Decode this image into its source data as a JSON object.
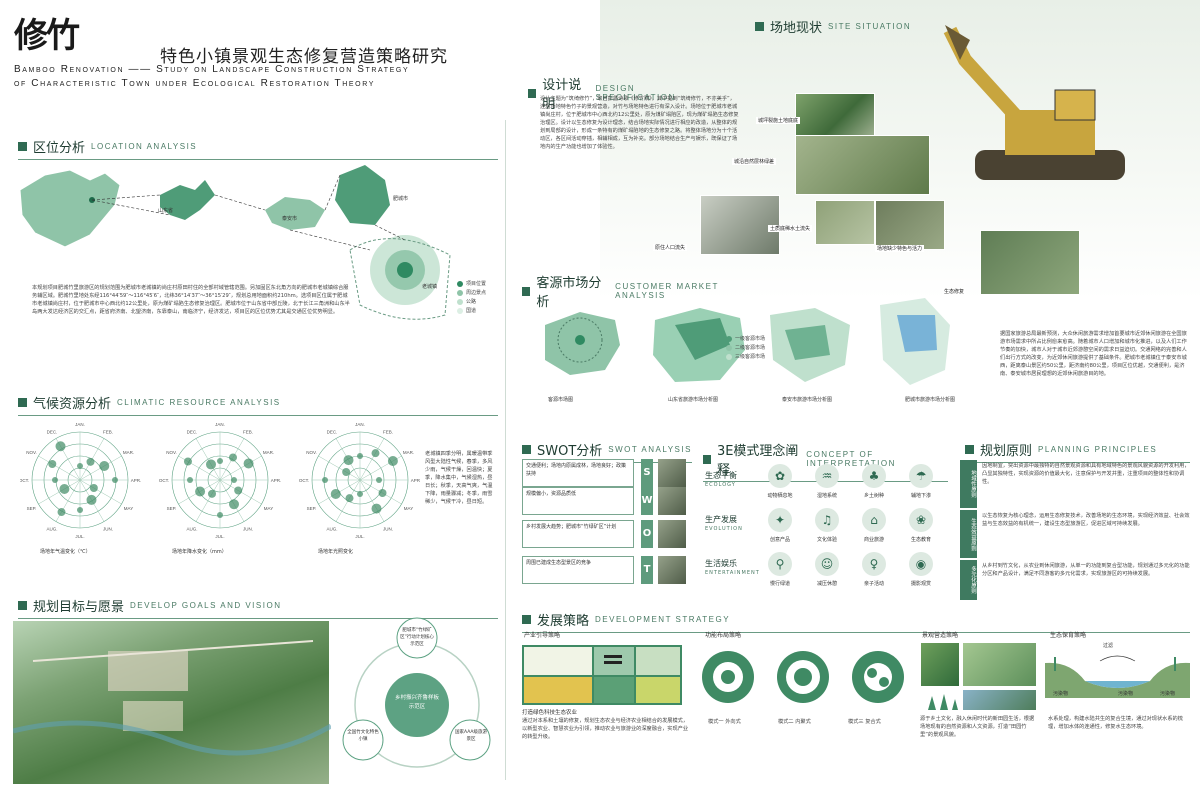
{
  "header": {
    "logo_chars": "修竹",
    "title_cn": "特色小镇景观生态修复营造策略研究",
    "title_en_line1": "Bamboo Renovation —— Study on Landscape Construction Strategy",
    "title_en_line2": "of Characteristic Town under Ecological Restoration Theory"
  },
  "location": {
    "title_cn": "区位分析",
    "title_en": "Location Analysis",
    "map_labels": [
      "山东省",
      "泰安市",
      "肥城市",
      "老城镇"
    ],
    "legend": [
      "项目位置",
      "周边景点",
      "公路",
      "国道"
    ],
    "text": "本规划项目肥城竹里旅游区的规划范围为肥城市老城镇的尚庄村原田村住的全部村域管辖范围。另加固区东北角方向的肥城市老城镇综合服务辅区域。肥城竹里地处东经116°44′59″～116°45′6″，北纬36°14′37″～36°15′29″，规划总用地面积约210hm。选项目区位属于肥城市老城镇尚庄村，位于肥城市中心西北约12公里处，原为煤矿塌陷生态修复治理区。肥城市位于山东省中部丘陵，北于长江三角洲和山东半岛两大发达经济区的交汇点，距省府济南、北望济南，东靠泰山，南临济宁，经济发达，项目区的区位优势尤其是交通区位优势明显。"
  },
  "climate": {
    "title_cn": "气候资源分析",
    "title_en": "Climatic Resource Analysis",
    "months": [
      "JAN.",
      "FEB.",
      "MAR.",
      "APR.",
      "MAY",
      "JUN.",
      "JUL.",
      "AUG.",
      "SEP.",
      "OCT.",
      "NOV.",
      "DEC."
    ],
    "captions": [
      "场地年气温变化（℃）",
      "场地年降水变化（mm）",
      "场地年光照变化"
    ],
    "text": "老城镇四季分明，属暖温带季风型大陆性气候，春季，多风少雨，气候干燥，回温快；夏季，降水集中，气候湿热，昼日长；秋季，天高气爽，气温下降，雨量骤减；冬季，雨雪稀少，气候干冷，昼日短。"
  },
  "goals": {
    "title_cn": "规划目标与愿景",
    "title_en": "Develop Goals and Vision",
    "center_label": "乡村振兴齐鲁样板示范区",
    "outer_labels": [
      "肥城市“竹绿矿区”行动计划核心示范区",
      "国家AAA级旅游景区",
      "全国竹文化特色小镇"
    ]
  },
  "site": {
    "title_cn": "场地现状",
    "title_en": "Site Situation",
    "photo_tags": [
      "城坪裂施土地底底",
      "城沿自然层林绿差",
      "原住人口流失",
      "土质底稀水土流失",
      "场地缺少特色与活力",
      "生态修复"
    ]
  },
  "design": {
    "title_cn": "设计说明",
    "title_en": "Design Specification",
    "text": "设计主题为“筑绮修竹”，取自彭蠡诗歌《修竹赋》，其中提到“筑绮修竹，不亦美乎”，连后场地特色竹子的景观营造，对竹与场地特色进行有深入设计。场地位于肥城市老城镇尚庄村，位于肥城市中心西北约12公里处，原为煤矿塌陷区，现为煤矿塌陷生态修复治理区。设计以生态修复为设计理念，结合场地实际情况进行相应的改造，从整体的规划到局部的设计，形成一条特有的煤矿塌陷地的生态修复之路。将整体场地分为十个活动区，各区间活动穿插，相辅相成，互为补充。部分场地结合生产与娱乐，既保证了场地内的生产功能也增加了体验性。"
  },
  "market": {
    "title_cn": "客源市场分析",
    "title_en": "Customer Market Analysis",
    "captions": [
      "客源市场图",
      "山东省旅游市场分析图",
      "泰安市旅游市场分析图",
      "肥城市旅游市场分析图"
    ],
    "legend": [
      "一级客源市场",
      "二级客源市场",
      "三级客源市场"
    ],
    "text": "据国家旅游总局最新预测，大众休闲旅游需求增加首要城市近郊休闲旅游在全国旅游市场需求中所占比例愈来愈高。随着城市人口增加和城市化推进，以及人们工作节奏的加快，城市人对于城市近郊游憩空间的需求日益迫切。交通网络的完善和人们出行方式的改变，为近郊休闲旅游提供了基础条件。肥城市老城镇位于泰安市城西，距离泰山景区约50公里，距济南约80公里，项目区位优越，交通便利，是济南、泰安城市居民理想的近郊休闲旅游目的地。"
  },
  "swot": {
    "title_cn": "SWOT分析",
    "title_en": "SWOT Analysis",
    "letters": [
      "S",
      "W",
      "O",
      "T"
    ],
    "items": [
      "交通便利；场地内原属成林，场地良好；政策扶持",
      "规模偏小，资源品质低",
      "乡村发展大趋势；肥城市“竹绿矿区”计划",
      "周围已建成生态型景区的竞争"
    ]
  },
  "concept": {
    "title_cn": "3E模式理念阐释",
    "title_en": "Concept of Interpretation",
    "rows": [
      {
        "cn": "生态平衡",
        "en": "Ecology",
        "icons": [
          "动物栖息地",
          "湿地系统",
          "乡土树种",
          "辅地下渗"
        ]
      },
      {
        "cn": "生产发展",
        "en": "Evolution",
        "icons": [
          "创意产品",
          "文化体验",
          "商业旅游",
          "生态教育"
        ]
      },
      {
        "cn": "生活娱乐",
        "en": "Entertainment",
        "icons": [
          "慢行绿道",
          "减压休憩",
          "亲子活动",
          "摄影观赏"
        ]
      }
    ]
  },
  "principles": {
    "title_cn": "规划原则",
    "title_en": "Planning Principles",
    "tags": [
      "地域性原则",
      "生态效益原则",
      "多元化原则"
    ],
    "texts": [
      "因地制宜，突出资源中最独特的自然景观资源和具有地域特色的景观风貌资源的开发利用，凸显其独特性，实现资源的价值最大化，注意保护与开发并重，注重项目的整体性和协调性。",
      "以生态恢复为核心理念，运用生态修复技术，改善场地的生态环境，实现经济效益、社会效益与生态效益的有机统一，建设生态型旅游区，促进区域可持续发展。",
      "从乡村到竹文化，从农业到休闲旅游，从单一的功能到复合型功能，规划通过多元化的功能分区和产品设计，满足不同游客的多元化需求，实现旅游区的可持续发展。"
    ]
  },
  "development": {
    "title_cn": "发展策略",
    "title_en": "Development Strategy",
    "subsections": [
      "产业引导策略",
      "功能布局策略",
      "景观营造策略",
      "生态保育策略"
    ],
    "industry_heading": "打造绿色科技生态农业",
    "industry_text": "通过对本系和土壤的修复，规划生态农业与经济农业相结合的发展模式，以新型农业、智慧农业为引领，推动农业与旅游业的深度融合，实现产业的转型升级。",
    "layout_modes": [
      "模式一 外向式",
      "模式二 内聚式",
      "模式三 复合式"
    ],
    "landscape_text": "源于乡土文化，融入休闲时代的新田园生活，根据场地现有的自然资源和人文资源，打造“田园竹里”的景观风貌。",
    "eco_labels": [
      "过滤",
      "污染物",
      "污染物",
      "污染物"
    ],
    "eco_text": "水系处理，构建水陆共生的复合生境，通过对现状水系的梳理，增加水体的连通性，修复水生态环境。"
  }
}
